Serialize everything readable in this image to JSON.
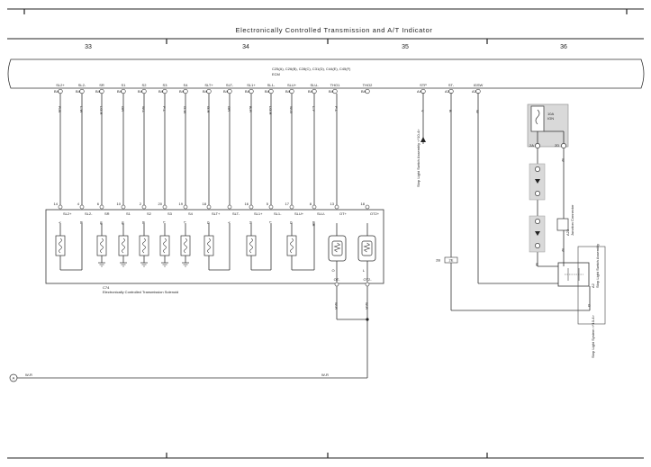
{
  "title": "Electronically Controlled Transmission and A/T Indicator",
  "sections": [
    "33",
    "34",
    "35",
    "36"
  ],
  "ecm": {
    "header": "C25(A), C26(B), C28(C), C31(D), C44(E), C45(F)",
    "name": "ECM",
    "pins": [
      {
        "label": "SL2+",
        "pin": "B4",
        "wire": "R-B"
      },
      {
        "label": "SL2-",
        "pin": "B4",
        "wire": "L-W"
      },
      {
        "label": "SR",
        "pin": "B4",
        "wire": "LG-R"
      },
      {
        "label": "S1",
        "pin": "B4",
        "wire": "GR"
      },
      {
        "label": "S2",
        "pin": "B4",
        "wire": "W-L"
      },
      {
        "label": "S3",
        "pin": "B4",
        "wire": "P-L"
      },
      {
        "label": "S4",
        "pin": "B4",
        "wire": "G-W"
      },
      {
        "label": "SLT+",
        "pin": "B4",
        "wire": "G-R"
      },
      {
        "label": "SLT-",
        "pin": "B4",
        "wire": "GR"
      },
      {
        "label": "SL1+",
        "pin": "B4",
        "wire": "B-R"
      },
      {
        "label": "SL1-",
        "pin": "B4",
        "wire": "LG-R"
      },
      {
        "label": "SLU+",
        "pin": "B4",
        "wire": "W-G"
      },
      {
        "label": "SLU-",
        "pin": "B4",
        "wire": "L-Y"
      },
      {
        "label": "THO1",
        "pin": "B4",
        "wire": "P-L"
      },
      {
        "label": "THO2",
        "pin": "B4",
        "wire": ""
      },
      {
        "label": "STP",
        "pin": "A4",
        "wire": "V"
      },
      {
        "label": "ST-",
        "pin": "A3",
        "wire": "B"
      },
      {
        "label": "IGSW",
        "pin": "A3",
        "wire": "W"
      }
    ]
  },
  "solenoid": {
    "code": "C74",
    "name": "Electronically Controlled Transmission Solenoid",
    "pins": [
      {
        "num": "14",
        "label": "SL2+",
        "wire": "Y"
      },
      {
        "num": "4",
        "label": "SL2-",
        "wire": "B"
      },
      {
        "num": "6",
        "label": "SR",
        "wire": "W"
      },
      {
        "num": "10",
        "label": "S1",
        "wire": "W"
      },
      {
        "num": "2",
        "label": "S2",
        "wire": "B"
      },
      {
        "num": "20",
        "label": "S3",
        "wire": "L"
      },
      {
        "num": "19",
        "label": "S4",
        "wire": "L"
      },
      {
        "num": "18",
        "label": "SLT+",
        "wire": "G"
      },
      {
        "num": "",
        "label": "SLT-",
        "wire": "Y"
      },
      {
        "num": "16",
        "label": "SL1+",
        "wire": "R"
      },
      {
        "num": "5",
        "label": "SL1-",
        "wire": "L"
      },
      {
        "num": "17",
        "label": "SLU+",
        "wire": "G"
      },
      {
        "num": "8",
        "label": "SLU-",
        "wire": "BR"
      },
      {
        "num": "13",
        "label": "OT+",
        "wire": ""
      },
      {
        "num": "18",
        "label": "OT2+",
        "wire": ""
      }
    ],
    "bottom_labels": [
      "OT-",
      "OT2-"
    ],
    "bottom_wires": [
      "O",
      "L"
    ],
    "out_wires": [
      "W-R",
      "W-R"
    ]
  },
  "ground_wire": {
    "ref": "A",
    "label_left": "W-R",
    "label_right": "W-R"
  },
  "stop_lamp_ref": {
    "text": "Stop Light Switch Assembly <*10-4>",
    "wire": "V"
  },
  "fuse": {
    "name": "10A",
    "sub": "IGN"
  },
  "junction": {
    "code": "A22",
    "name": "Junction Connector"
  },
  "stop_switch": {
    "code": "A2",
    "name": "Stop Light Switch Assembly",
    "ref": "Stop Light System <*10-4>"
  },
  "connector_labels": {
    "s1": "2A",
    "s2": "2D",
    "e1": "2E",
    "e2": "2B"
  },
  "wire_labels": {
    "st_side": "W",
    "igsw_side": "W",
    "lower_w": "W",
    "lower_g": "G"
  }
}
